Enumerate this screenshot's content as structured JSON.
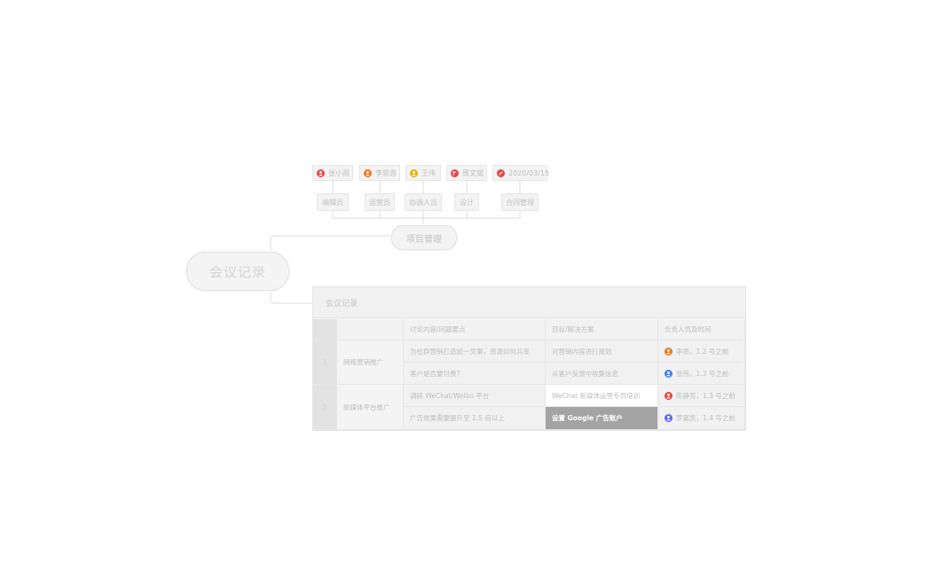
{
  "mindmap": {
    "root_label": "会议记录",
    "branch_label": "项目管理",
    "roles": [
      "编辑员",
      "运营员",
      "协调人员",
      "设计",
      "合同管理"
    ],
    "people": [
      {
        "name": "张小雨",
        "icon": "person-icon",
        "color": "#ef4444"
      },
      {
        "name": "李思思",
        "icon": "person-icon",
        "color": "#f97316"
      },
      {
        "name": "王伟",
        "icon": "person-icon",
        "color": "#eab308"
      },
      {
        "name": "周文斌",
        "icon": "flag-icon",
        "color": "#ef4444"
      },
      {
        "name": "2020/03/15",
        "icon": "no-entry-icon",
        "color": "#ef4444"
      }
    ]
  },
  "table": {
    "title": "会议记录",
    "headers": [
      "",
      "",
      "讨论内容/问题要点",
      "目标/解决方案",
      "负责人员及时间"
    ],
    "groups": [
      {
        "index": "1",
        "topic": "网络营销推广",
        "rows": [
          {
            "issue": "为社群营销打造统一文案，资源如何共享",
            "solution": "对营销内容进行规划",
            "owner": "李思，1.2 号之前",
            "owner_color": "#f97316",
            "solution_style": "normal"
          },
          {
            "issue": "客户是否要付费？",
            "solution": "从客户反馈中收集信息",
            "owner": "张伟，1.3 号之前",
            "owner_color": "#3b82f6",
            "solution_style": "normal"
          }
        ]
      },
      {
        "index": "2",
        "topic": "新媒体平台推广",
        "rows": [
          {
            "issue": "调研 WeChat/Weibo 平台",
            "solution": "WeChat 新媒体运营专员培训",
            "owner": "陈静芳，1.3 号之前",
            "owner_color": "#ef4444",
            "solution_style": "white"
          },
          {
            "issue": "广告效果需要提升至 1.5 倍以上",
            "solution": "设置 Google 广告账户",
            "owner": "罗嘉凯，1.4 号之前",
            "owner_color": "#6366f1",
            "solution_style": "dark"
          }
        ]
      }
    ]
  }
}
